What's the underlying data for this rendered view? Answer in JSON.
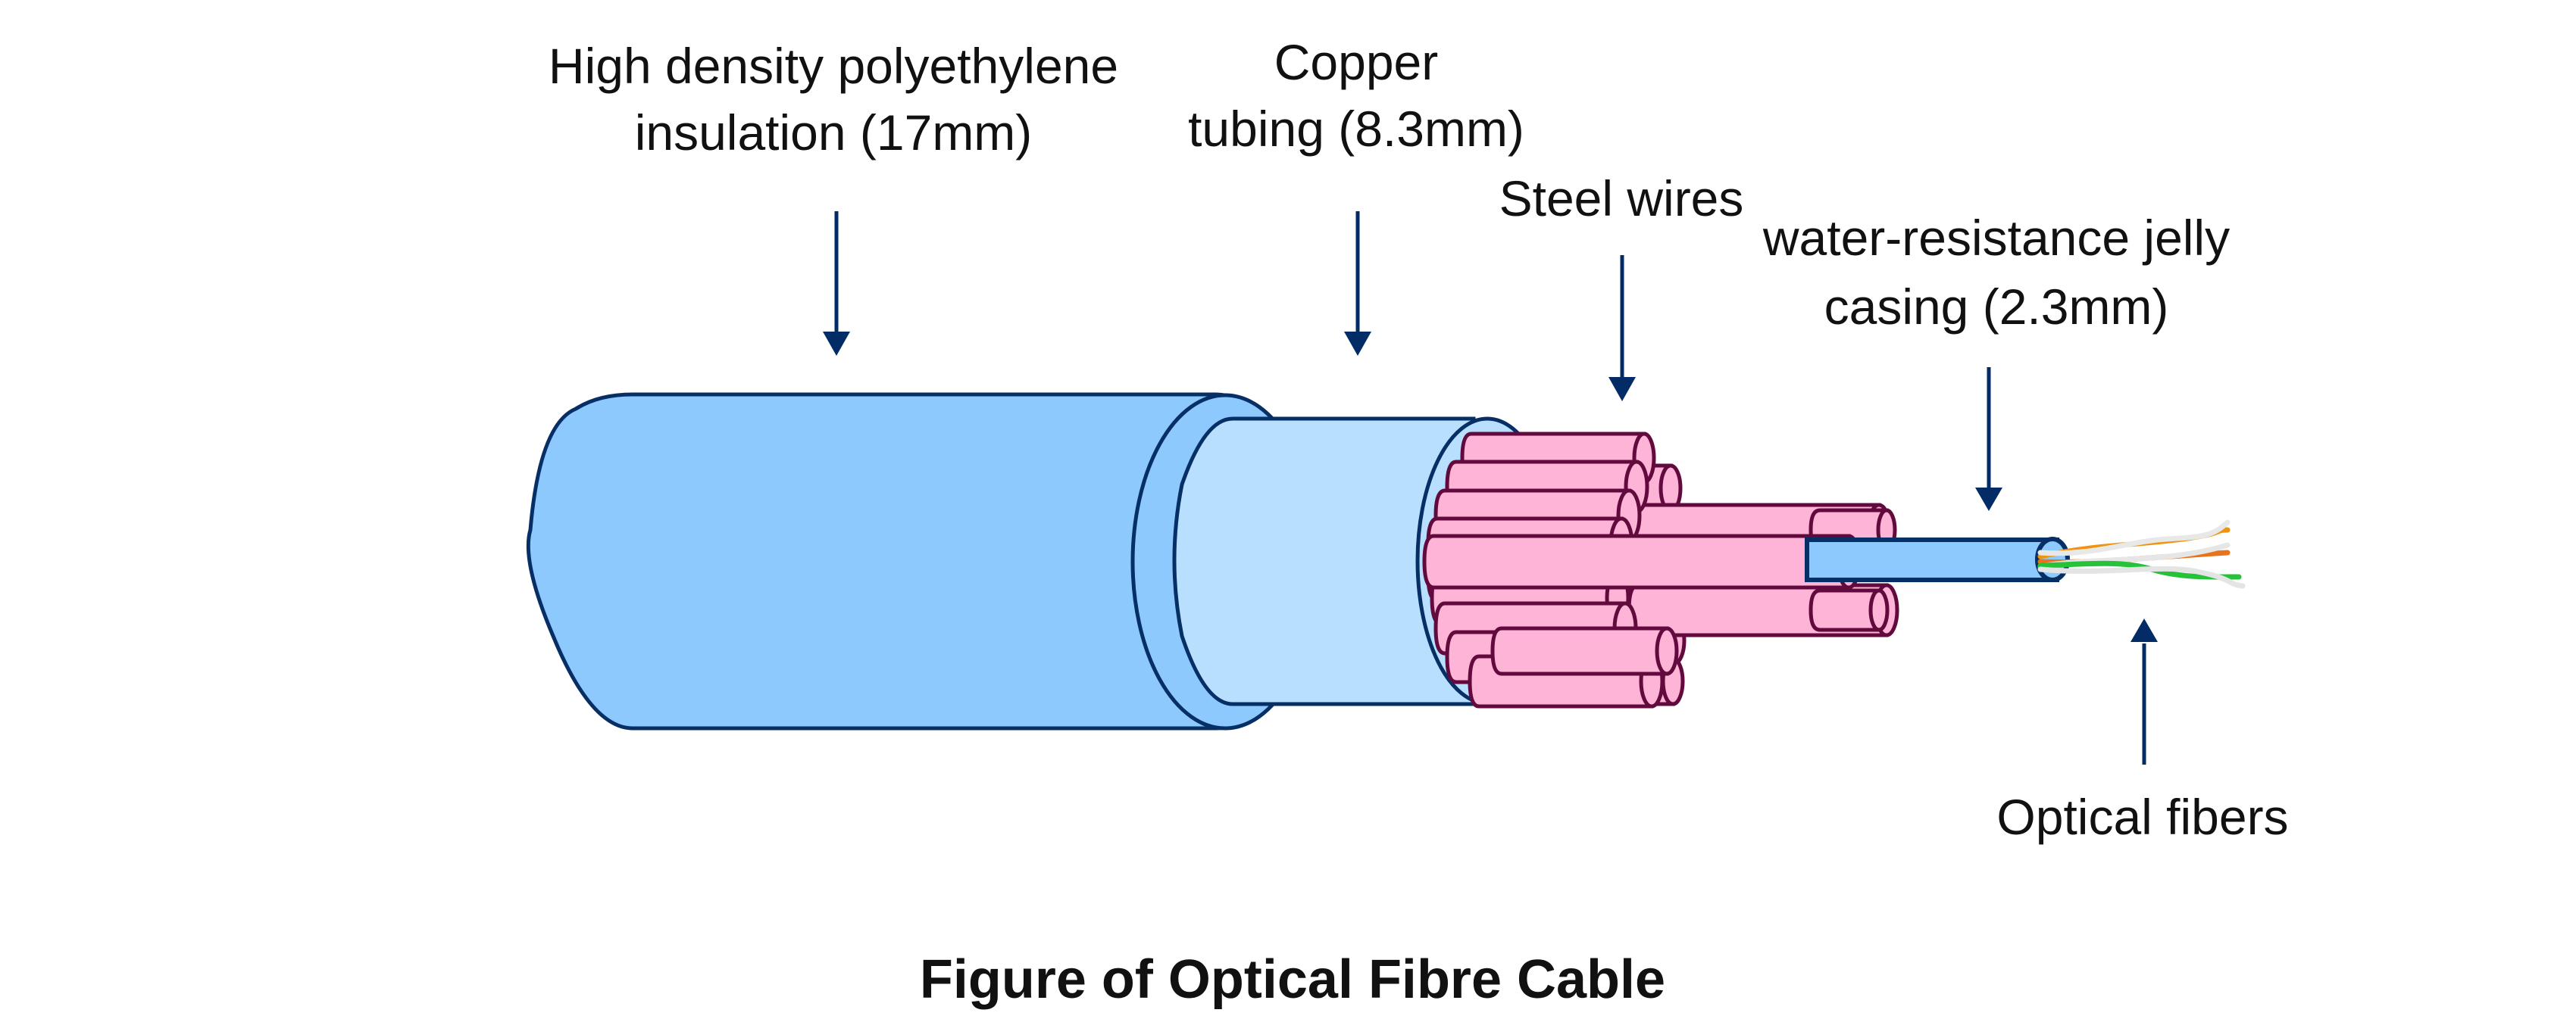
{
  "figure": {
    "title": "Figure of Optical Fibre Cable",
    "colors": {
      "insulation": "#8ec9fd",
      "copper": "#b8e0fe",
      "steel_wires": "#fdb4d6",
      "steel_outline": "#620a3e",
      "outline": "#062f66",
      "arrow": "#032c66",
      "fiber_orange": "#f08a12",
      "fiber_green": "#28c43a",
      "fiber_white": "#e6e6e6"
    }
  },
  "labels": {
    "insulation": {
      "line1": "High density polyethylene",
      "line2": "insulation (17mm)"
    },
    "copper": {
      "line1": "Copper",
      "line2": "tubing (8.3mm)"
    },
    "steel": {
      "line1": "Steel wires"
    },
    "casing": {
      "line1": "water-resistance jelly",
      "line2": "casing (2.3mm)"
    },
    "fibers": {
      "line1": "Optical fibers"
    }
  }
}
